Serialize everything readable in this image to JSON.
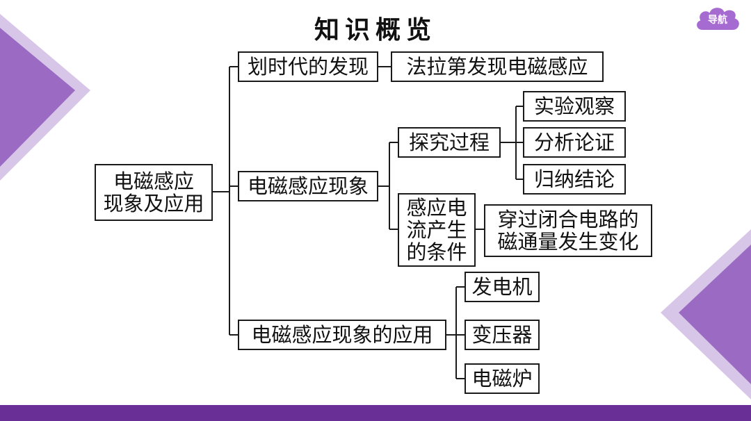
{
  "title": "知识概览",
  "nav_button": {
    "label": "导航",
    "icon": "cloud-icon"
  },
  "colors": {
    "accent": "#6a2e97",
    "triangle": "#9b6bc4",
    "triangle_light": "#d8c6e8"
  },
  "diagram": {
    "root": "电磁感应\n现象及应用",
    "branch1": {
      "label": "划时代的发现",
      "child": "法拉第发现电磁感应"
    },
    "branch2": {
      "label": "电磁感应现象",
      "explore": {
        "label": "探究过程",
        "children": [
          "实验观察",
          "分析论证",
          "归纳结论"
        ]
      },
      "condition": {
        "label": "感应电\n流产生\n的条件",
        "child": "穿过闭合电路的\n磁通量发生变化"
      }
    },
    "branch3": {
      "label": "电磁感应现象的应用",
      "children": [
        "发电机",
        "变压器",
        "电磁炉"
      ]
    }
  }
}
